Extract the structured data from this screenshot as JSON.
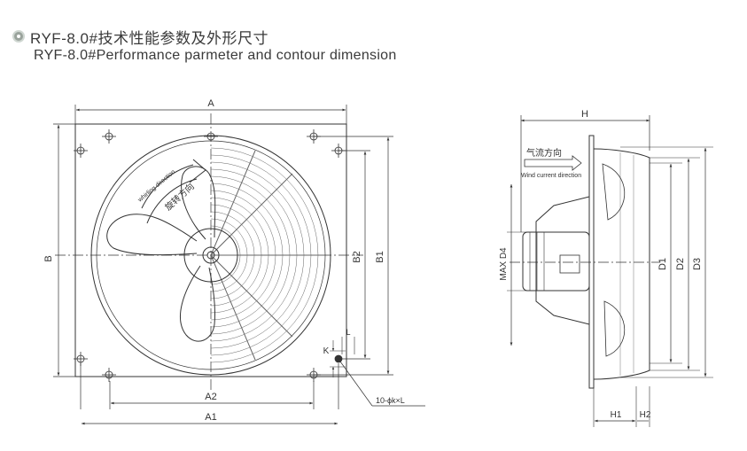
{
  "title": {
    "cn": "RYF-8.0#技术性能参数及外形尺寸",
    "en": "RYF-8.0#Performance parmeter and contour dimension"
  },
  "front_view": {
    "dim_A": "A",
    "dim_B": "B",
    "dim_B1": "B1",
    "dim_B2": "B2",
    "dim_A1": "A1",
    "dim_A2": "A2",
    "dim_K": "K",
    "dim_L": "L",
    "hole_note": "10-ϕk×L",
    "rotation_cn": "旋转方向",
    "rotation_en": "whirling direction"
  },
  "side_view": {
    "dim_H": "H",
    "dim_H1": "H1",
    "dim_H2": "H2",
    "dim_D1": "D1",
    "dim_D2": "D2",
    "dim_D3": "D3",
    "dim_D4": "MAX D4",
    "airflow_cn": "气流方向",
    "airflow_en": "Wind current direction"
  }
}
